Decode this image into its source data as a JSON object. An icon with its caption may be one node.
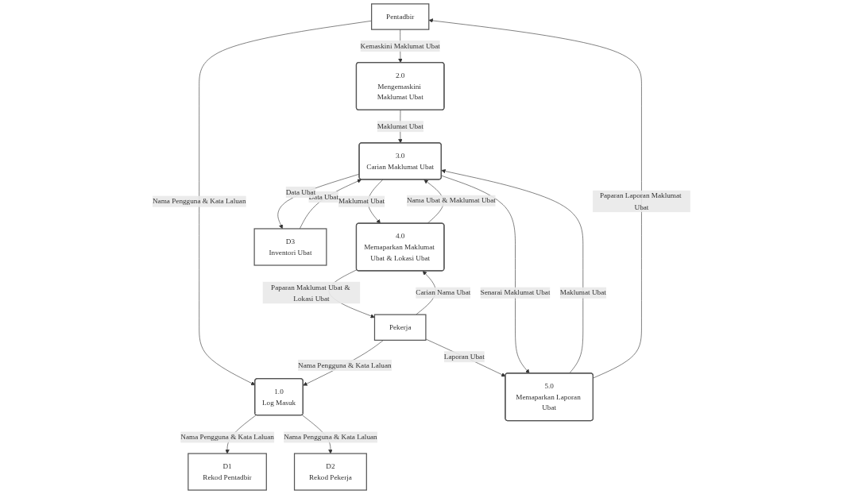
{
  "diagram": {
    "nodes": [
      {
        "text": [
          "Pentadbir"
        ]
      },
      {
        "text": [
          "Pekerja"
        ]
      },
      {
        "text": [
          "1.0",
          "Log Masuk"
        ]
      },
      {
        "text": [
          "2.0",
          "Mengemaskini Maklumat Ubat"
        ]
      },
      {
        "text": [
          "4.0",
          "Memaparkan Maklumat Ubat & Lokasi Ubat"
        ]
      },
      {
        "text": [
          "5.0",
          "Memaparkan Laporan Ubat"
        ]
      },
      {
        "text": [
          "3.0",
          "Carian Maklumat Ubat"
        ]
      },
      {
        "text": [
          "D1",
          "Rekod Pentadbir"
        ]
      },
      {
        "text": [
          "D2",
          "Rekod Pekerja"
        ]
      },
      {
        "text": [
          "D3",
          "Inventori Ubat"
        ]
      }
    ],
    "edges": [
      {
        "from": 0,
        "to": 2,
        "arrow": "to",
        "label": "Nama Pengguna & Kata Laluan"
      },
      {
        "from": 2,
        "to": 7,
        "arrow": "to",
        "label": "Nama Pengguna & Kata Laluan"
      },
      {
        "from": 2,
        "to": 8,
        "arrow": "to",
        "label": "Nama Pengguna & Kata Laluan"
      },
      {
        "from": 0,
        "to": 3,
        "arrow": "to",
        "label": "Kemaskini Maklumat Ubat"
      },
      {
        "from": 1,
        "to": 2,
        "arrow": "to",
        "label": "Nama Pengguna & Kata Laluan"
      },
      {
        "from": 3,
        "to": 6,
        "arrow": "to",
        "label": "Maklumat Ubat"
      },
      {
        "from": 9,
        "to": 6,
        "arrow": "to",
        "label": "Data Ubat"
      },
      {
        "from": 6,
        "to": 9,
        "arrow": "to",
        "label": "Data Ubat"
      },
      {
        "from": 1,
        "to": 4,
        "arrow": "to",
        "label": "Carian Nama Ubat"
      },
      {
        "from": 4,
        "to": 1,
        "arrow": "to",
        "label": "Paparan Maklumat Ubat & Lokasi Ubat"
      },
      {
        "from": 4,
        "to": 6,
        "arrow": "to",
        "label": "Nama Ubat & Maklumat Ubat"
      },
      {
        "from": 6,
        "to": 4,
        "arrow": "to",
        "label": "Maklumat Ubat"
      },
      {
        "from": 1,
        "to": 5,
        "arrow": "to",
        "label": "Laporan Ubat"
      },
      {
        "from": 5,
        "to": 6,
        "arrow": "to",
        "label": "Maklumat Ubat"
      },
      {
        "from": 6,
        "to": 5,
        "arrow": "to",
        "label": "Senarai Maklumat Ubat"
      },
      {
        "from": 5,
        "to": 0,
        "arrow": "to",
        "label": "Paparan Laporan Maklumat Ubat"
      }
    ]
  }
}
